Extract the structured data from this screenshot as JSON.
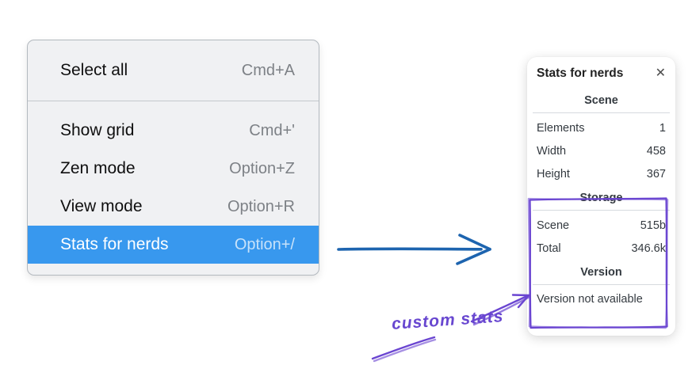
{
  "menu": {
    "section1": [
      {
        "label": "Select all",
        "shortcut": "Cmd+A"
      }
    ],
    "section2": [
      {
        "label": "Show grid",
        "shortcut": "Cmd+'"
      },
      {
        "label": "Zen mode",
        "shortcut": "Option+Z"
      },
      {
        "label": "View mode",
        "shortcut": "Option+R"
      },
      {
        "label": "Stats for nerds",
        "shortcut": "Option+/"
      }
    ],
    "highlighted_item": "Stats for nerds"
  },
  "stats_panel": {
    "title": "Stats for nerds",
    "close_icon": "✕",
    "scene_section": {
      "heading": "Scene",
      "rows": [
        {
          "label": "Elements",
          "value": "1"
        },
        {
          "label": "Width",
          "value": "458"
        },
        {
          "label": "Height",
          "value": "367"
        }
      ]
    },
    "storage_section": {
      "heading": "Storage",
      "rows": [
        {
          "label": "Scene",
          "value": "515b"
        },
        {
          "label": "Total",
          "value": "346.6k"
        }
      ]
    },
    "version_section": {
      "heading": "Version",
      "note": "Version not available"
    }
  },
  "annotation": {
    "label": "custom stats"
  },
  "colors": {
    "menu_highlight": "#3898ee",
    "blue_arrow": "#1d64af",
    "annotation_purple": "#6a45d1",
    "panel_text": "#343a40"
  }
}
